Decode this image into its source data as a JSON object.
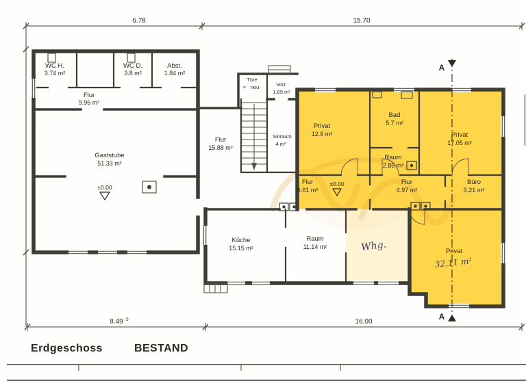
{
  "meta": {
    "plan_title": "Erdgeschoss",
    "plan_status": "BESTAND"
  },
  "dimensions": {
    "top_left": "6.78",
    "top_right": "15.70",
    "bottom_left": "8.49",
    "bottom_left_sup": "5",
    "bottom_right": "16.00"
  },
  "section": {
    "label_top": "A",
    "label_bottom": "A"
  },
  "levels": {
    "gaststube": "±0.00",
    "flur_right": "±0.00"
  },
  "annotations": {
    "tuere_line1": "Türe",
    "tuere_mark": "×",
    "tuere_line2": "neu",
    "whg": "Whg."
  },
  "rooms": {
    "wc_h": {
      "name": "WC H.",
      "area": "3.74 m²"
    },
    "wc_d": {
      "name": "WC D.",
      "area": "3.8 m²"
    },
    "abst": {
      "name": "Abst.",
      "area": "1.84 m²"
    },
    "flur_wc": {
      "name": "Flur",
      "area": "9.96 m²"
    },
    "gaststube": {
      "name": "Gaststube",
      "area": "51.33 m²"
    },
    "flur_mitte": {
      "name": "Flur",
      "area": "15.88 m²"
    },
    "skiraum": {
      "name": "Skiraum",
      "area": "4 m²"
    },
    "vorr": {
      "name": "Vorr.",
      "area": "1.69 m²"
    },
    "kueche": {
      "name": "Küche",
      "area": "15.15 m²"
    },
    "raum_kueche": {
      "name": "Raum",
      "area": "11.14 m²"
    },
    "privat_nw": {
      "name": "Privat",
      "area": "12.9 m²"
    },
    "bad": {
      "name": "Bad",
      "area": "5.7 m²"
    },
    "privat_ne": {
      "name": "Privat",
      "area": "17.05 m²"
    },
    "raum_klein": {
      "name": "Raum",
      "area": "2.85 m²"
    },
    "flur_661": {
      "name": "Flur",
      "area": "6.61 m²"
    },
    "flur_497": {
      "name": "Flur",
      "area": "4.97 m²"
    },
    "buero": {
      "name": "Büro",
      "area": "5.21 m²"
    },
    "privat_sued": {
      "name": "Privat",
      "area": "32,11 m²"
    }
  },
  "colors": {
    "highlight": "#FFD64A",
    "highlight_pale": "#FFE9A0",
    "wall": "#3e3c34",
    "thin_line": "#56544b",
    "ink": "#2b2a24",
    "watermark": "#e09a2d"
  }
}
